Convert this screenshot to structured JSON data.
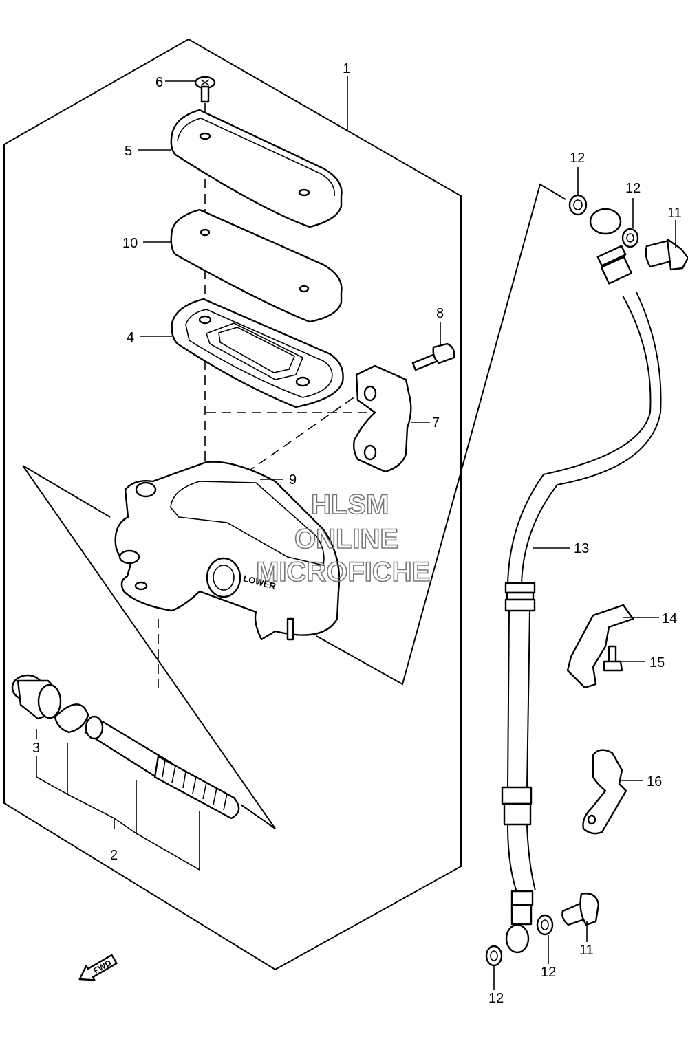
{
  "diagram": {
    "callouts": {
      "c1": "1",
      "c2": "2",
      "c3": "3",
      "c4": "4",
      "c5": "5",
      "c6": "6",
      "c7": "7",
      "c8": "8",
      "c9": "9",
      "c10": "10",
      "c11a": "11",
      "c11b": "11",
      "c12a": "12",
      "c12b": "12",
      "c12c": "12",
      "c12d": "12",
      "c13": "13",
      "c14": "14",
      "c15": "15",
      "c16": "16"
    },
    "body_label": "LOWER",
    "fwd_label": "FWD",
    "watermark": {
      "line1": "HLSM",
      "line2": "ONLINE",
      "line3": "MICROFICHE"
    }
  }
}
